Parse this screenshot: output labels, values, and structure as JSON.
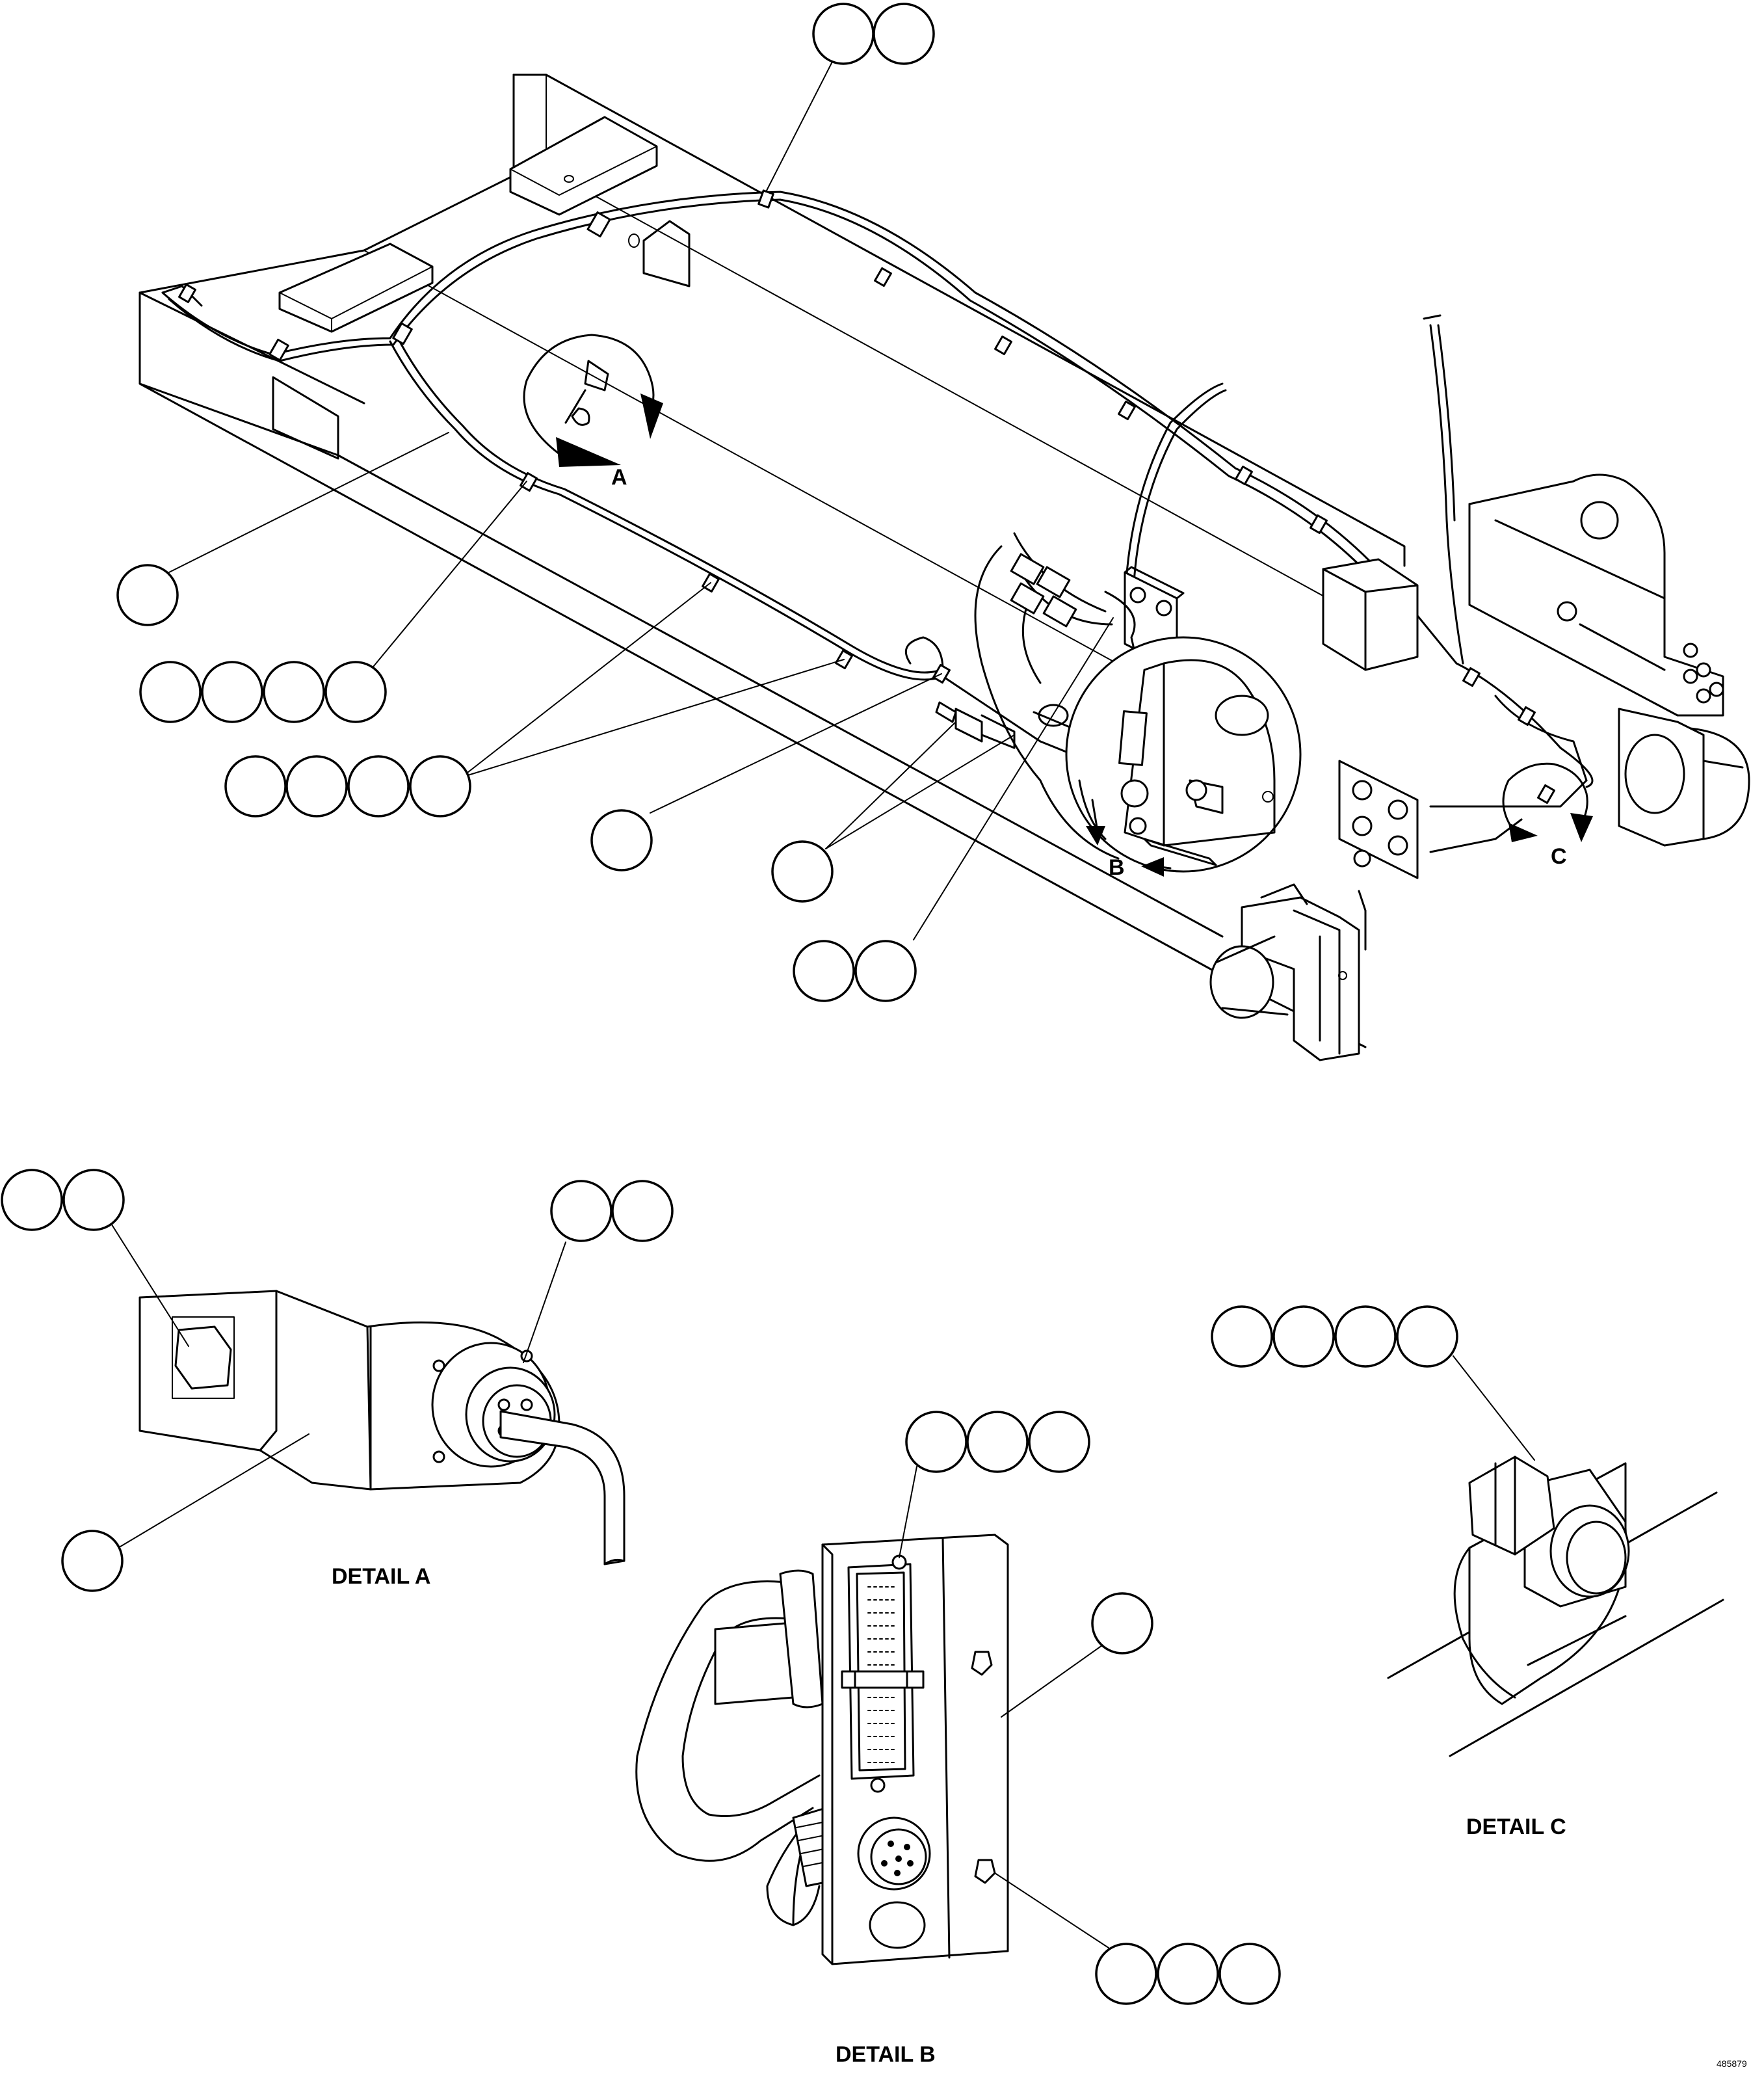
{
  "labels": {
    "view_a": "A",
    "view_b": "B",
    "view_c": "C"
  },
  "captions": {
    "detail_a": "DETAIL A",
    "detail_b": "DETAIL B",
    "detail_c": "DETAIL C"
  },
  "figure_number": "485879",
  "icons": {
    "view_arrow": "curved-arrow-icon",
    "callout": "empty-balloon-icon"
  }
}
